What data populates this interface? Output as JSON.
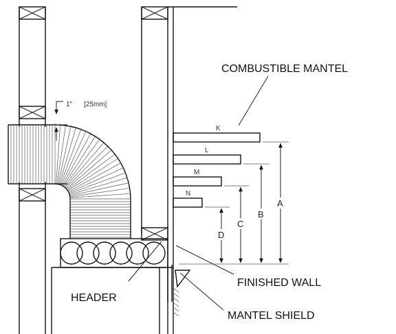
{
  "labels": {
    "combustible_mantel": "COMBUSTIBLE MANTEL",
    "finished_wall": "FINISHED WALL",
    "header": "HEADER",
    "mantel_shield": "MANTEL SHIELD"
  },
  "clearance": {
    "imperial": "1\"",
    "metric": "[25mm]"
  },
  "shelf_letters": [
    "K",
    "L",
    "M",
    "N"
  ],
  "dimension_letters": [
    "A",
    "B",
    "C",
    "D"
  ],
  "colors": {
    "ink": "#111111",
    "background": "#ffffff"
  }
}
